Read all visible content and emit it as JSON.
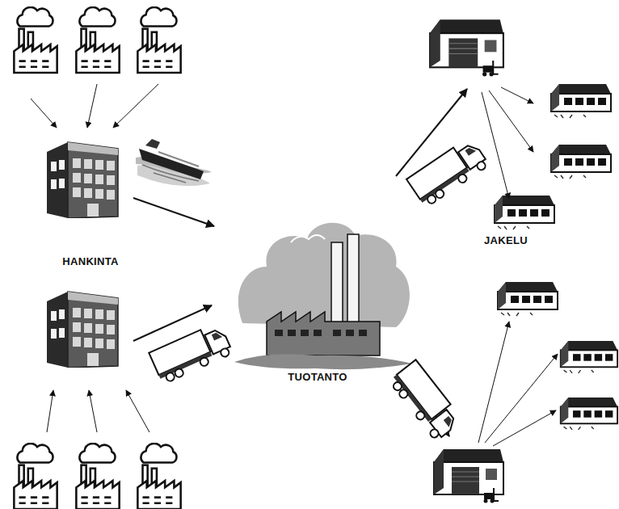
{
  "diagram": {
    "labels": [
      "HANKINTA",
      "TUOTANTO",
      "JAKELU"
    ]
  }
}
